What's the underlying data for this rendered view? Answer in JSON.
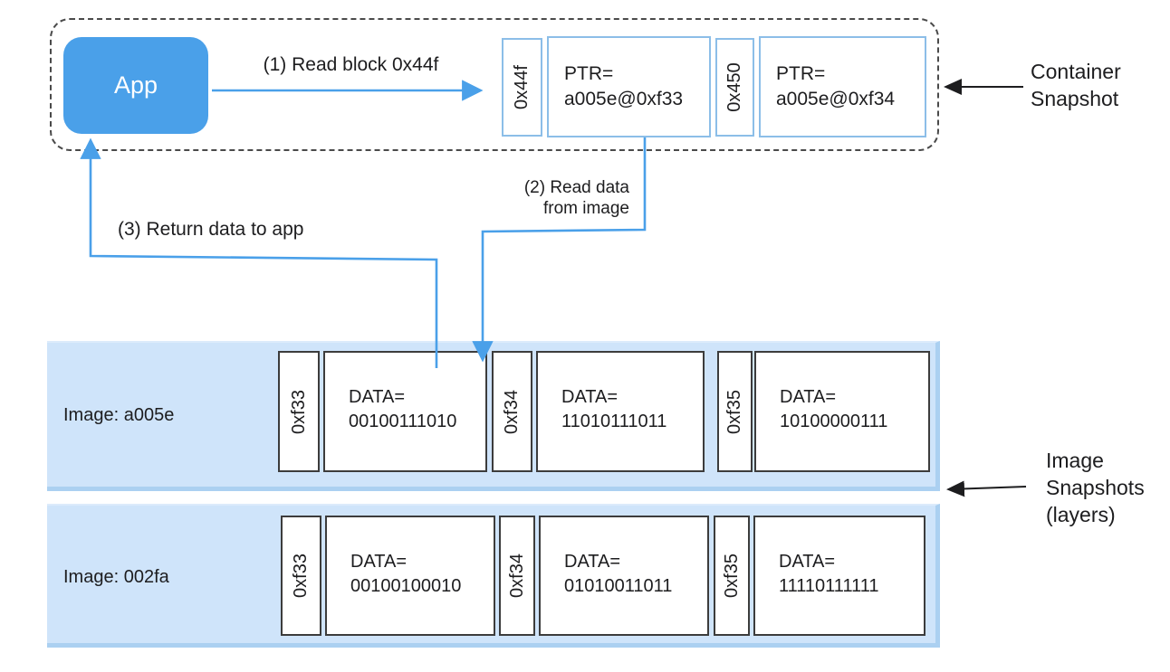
{
  "colors": {
    "accent_blue": "#4AA0E9",
    "row_background": "#CFE4FA",
    "cell_border_blue": "#8CBEE8",
    "cell_border_dark": "#3C3C3C",
    "arrow_black": "#1d1d1f"
  },
  "container_snapshot": {
    "app_label": "App",
    "step1_label": "(1) Read block 0x44f",
    "cells": [
      {
        "kind": "addr",
        "label": "0x44f"
      },
      {
        "kind": "ptr",
        "line1": "PTR=",
        "line2": "a005e@0xf33"
      },
      {
        "kind": "addr",
        "label": "0x450"
      },
      {
        "kind": "ptr",
        "line1": "PTR=",
        "line2": "a005e@0xf34"
      }
    ],
    "side_label": {
      "line1": "Container",
      "line2": "Snapshot"
    }
  },
  "annotations": {
    "step2_line1": "(2) Read data",
    "step2_line2": "from image",
    "step3": "(3) Return data to app"
  },
  "image_snapshots": {
    "side_label": {
      "line1": "Image",
      "line2": "Snapshots",
      "line3": "(layers)"
    },
    "rows": [
      {
        "label": "Image: a005e",
        "cells": [
          {
            "kind": "addr",
            "label": "0xf33"
          },
          {
            "kind": "data",
            "line1": "DATA=",
            "line2": "00100111010"
          },
          {
            "kind": "addr",
            "label": "0xf34"
          },
          {
            "kind": "data",
            "line1": "DATA=",
            "line2": "11010111011"
          },
          {
            "kind": "addr",
            "label": "0xf35"
          },
          {
            "kind": "data",
            "line1": "DATA=",
            "line2": "10100000111"
          }
        ]
      },
      {
        "label": "Image: 002fa",
        "cells": [
          {
            "kind": "addr",
            "label": "0xf33"
          },
          {
            "kind": "data",
            "line1": "DATA=",
            "line2": "00100100010"
          },
          {
            "kind": "addr",
            "label": "0xf34"
          },
          {
            "kind": "data",
            "line1": "DATA=",
            "line2": "01010011011"
          },
          {
            "kind": "addr",
            "label": "0xf35"
          },
          {
            "kind": "data",
            "line1": "DATA=",
            "line2": "11110111111"
          }
        ]
      }
    ]
  }
}
